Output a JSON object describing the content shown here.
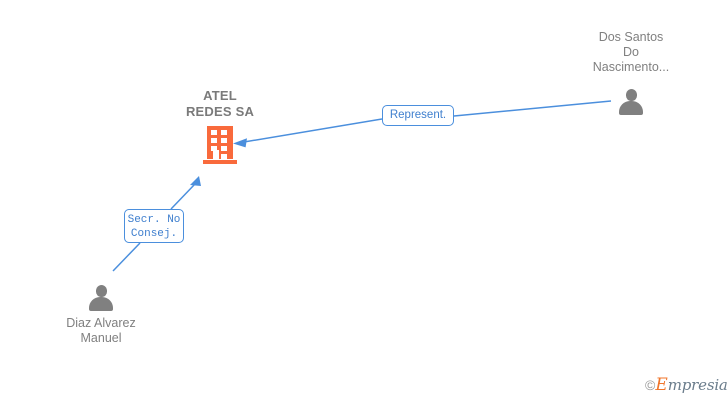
{
  "diagram": {
    "title": "ATEL REDES SA relationship graph",
    "background_color": "#ffffff",
    "edge_color": "#4b8fdd",
    "company_color": "#f96a3c",
    "person_color": "#808080",
    "label_text_color": "#808080"
  },
  "company": {
    "name": "ATEL\nREDES SA",
    "icon": "building-icon"
  },
  "people": [
    {
      "id": "person-right",
      "name": "Dos Santos\nDo\nNascimento...",
      "icon": "person-icon",
      "relation_to_company": "Represent."
    },
    {
      "id": "person-left",
      "name": "Diaz Alvarez\nManuel",
      "icon": "person-icon",
      "relation_to_company": "Secr. No\nConsej."
    }
  ],
  "relations": [
    {
      "id": "represent",
      "label": "Represent.",
      "from": "person-right",
      "to": "company",
      "arrow_direction": "to-company"
    },
    {
      "id": "secretary",
      "label": "Secr. No\nConsej.",
      "from": "person-left",
      "to": "company",
      "arrow_direction": "to-company"
    }
  ],
  "watermark": {
    "copyright": "©",
    "brand_initial": "E",
    "brand_rest": "mpresia"
  }
}
